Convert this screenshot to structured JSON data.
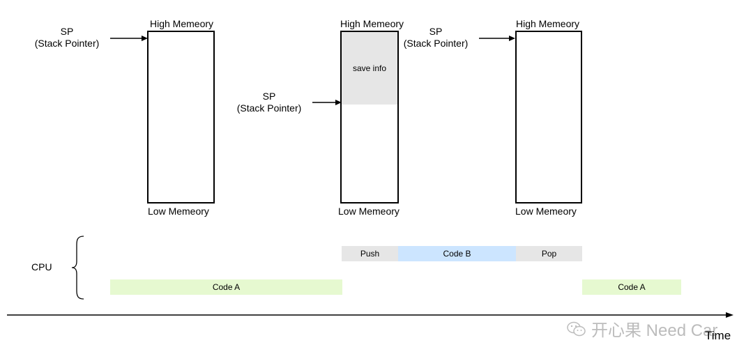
{
  "memory": {
    "high": "High Memeory",
    "low": "Low Memeory"
  },
  "stacks": [
    {
      "sp_line1": "SP",
      "sp_line2": "(Stack Pointer)"
    },
    {
      "sp_line1": "SP",
      "sp_line2": "(Stack Pointer)",
      "saved_label": "save info"
    },
    {
      "sp_line1": "SP",
      "sp_line2": "(Stack Pointer)"
    }
  ],
  "cpu": {
    "label": "CPU",
    "bars": {
      "code_a_1": "Code A",
      "push": "Push",
      "code_b": "Code B",
      "pop": "Pop",
      "code_a_2": "Code A"
    }
  },
  "axis": {
    "label": "Time"
  },
  "watermark": "开心果 Need Car",
  "colors": {
    "code_a": "#e6f9d0",
    "code_b": "#cce5ff",
    "push_pop": "#e6e6e6",
    "saved": "#e6e6e6"
  }
}
